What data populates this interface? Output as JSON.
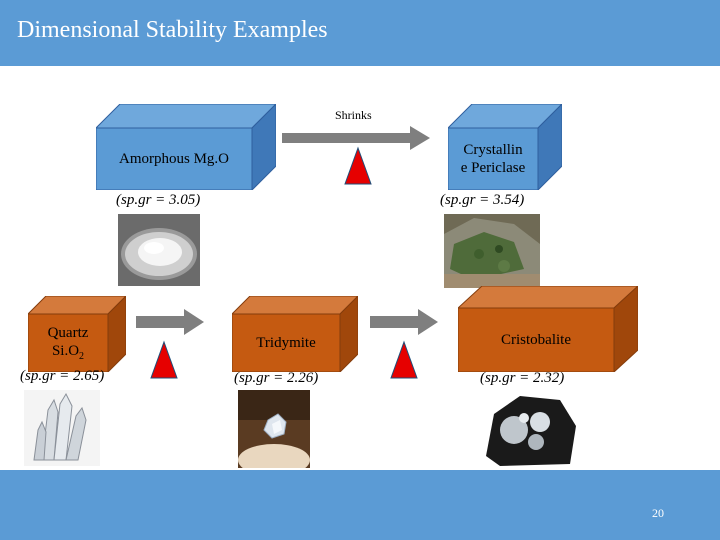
{
  "title": "Dimensional Stability Examples",
  "annotation_shrinks": "Shrinks",
  "row1": {
    "left": {
      "label": "Amorphous Mg.O",
      "sp_gr": "(sp.gr = 3.05)"
    },
    "right": {
      "label_line1": "Crystallin",
      "label_line2": "e Periclase",
      "sp_gr": "(sp.gr = 3.54)"
    }
  },
  "row2": {
    "quartz": {
      "label_line1": "Quartz",
      "label_line2": "Si.O",
      "subscript": "2",
      "sp_gr": "(sp.gr = 2.65)"
    },
    "tridymite": {
      "label": "Tridymite",
      "sp_gr": "(sp.gr = 2.26)"
    },
    "cristobalite": {
      "label": "Cristobalite",
      "sp_gr": "(sp.gr = 2.32)"
    }
  },
  "page_number": "20",
  "colors": {
    "header": "#5b9bd5",
    "blue_box_front": "#5b9bd5",
    "blue_box_side": "#3f78b8",
    "orange_box_front": "#c55a11",
    "orange_box_side": "#a0470b",
    "arrow": "#7f7f7f",
    "triangle": "#e60000"
  }
}
